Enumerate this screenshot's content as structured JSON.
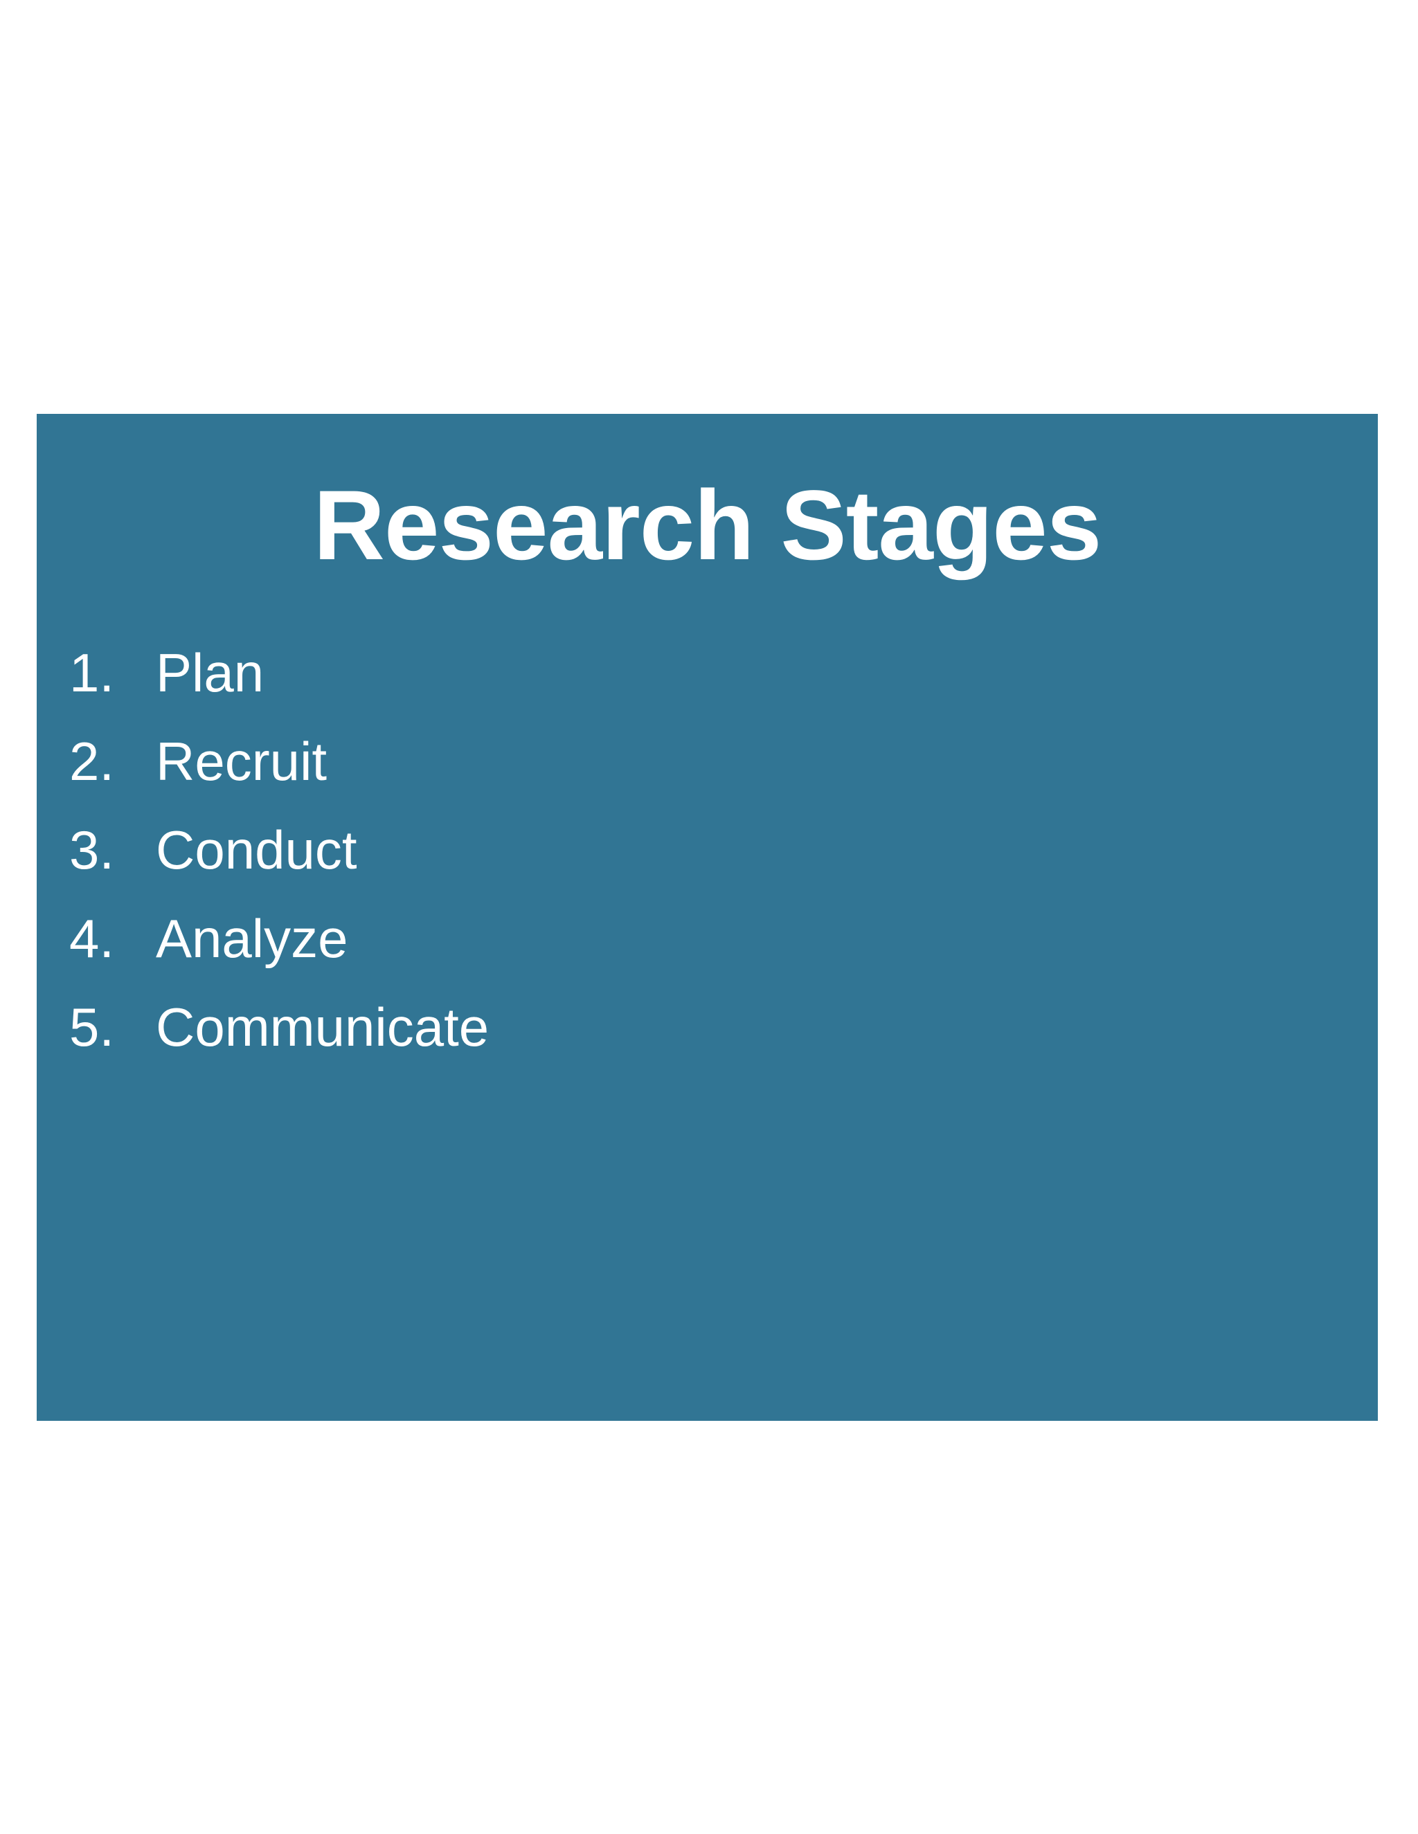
{
  "slide": {
    "title": "Research Stages",
    "background_color": "#ffffff",
    "panel_color": "#317594",
    "text_color": "#ffffff",
    "items": [
      {
        "number": "1.",
        "label": "Plan"
      },
      {
        "number": "2.",
        "label": "Recruit"
      },
      {
        "number": "3.",
        "label": "Conduct"
      },
      {
        "number": "4.",
        "label": "Analyze"
      },
      {
        "number": "5.",
        "label": "Communicate"
      }
    ]
  }
}
